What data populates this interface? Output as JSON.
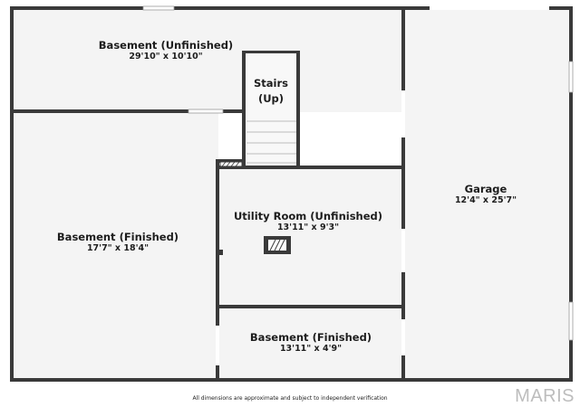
{
  "rooms": {
    "basement_unfinished": {
      "name": "Basement (Unfinished)",
      "dim": "29'10\" x 10'10\""
    },
    "basement_finished_left": {
      "name": "Basement (Finished)",
      "dim": "17'7\" x 18'4\""
    },
    "stairs": {
      "line1": "Stairs",
      "line2": "(Up)"
    },
    "utility_room": {
      "name": "Utility Room (Unfinished)",
      "dim": "13'11\" x 9'3\""
    },
    "basement_finished_bottom": {
      "name": "Basement (Finished)",
      "dim": "13'11\" x 4'9\""
    },
    "garage": {
      "name": "Garage",
      "dim": "12'4\" x 25'7\""
    }
  },
  "footer": {
    "disclaimer": "All dimensions are approximate and subject to independent verification",
    "brand": "MARIS"
  },
  "colors": {
    "wall": "#3a3a3a",
    "floor": "#f4f4f4",
    "window": "#ffffff"
  }
}
